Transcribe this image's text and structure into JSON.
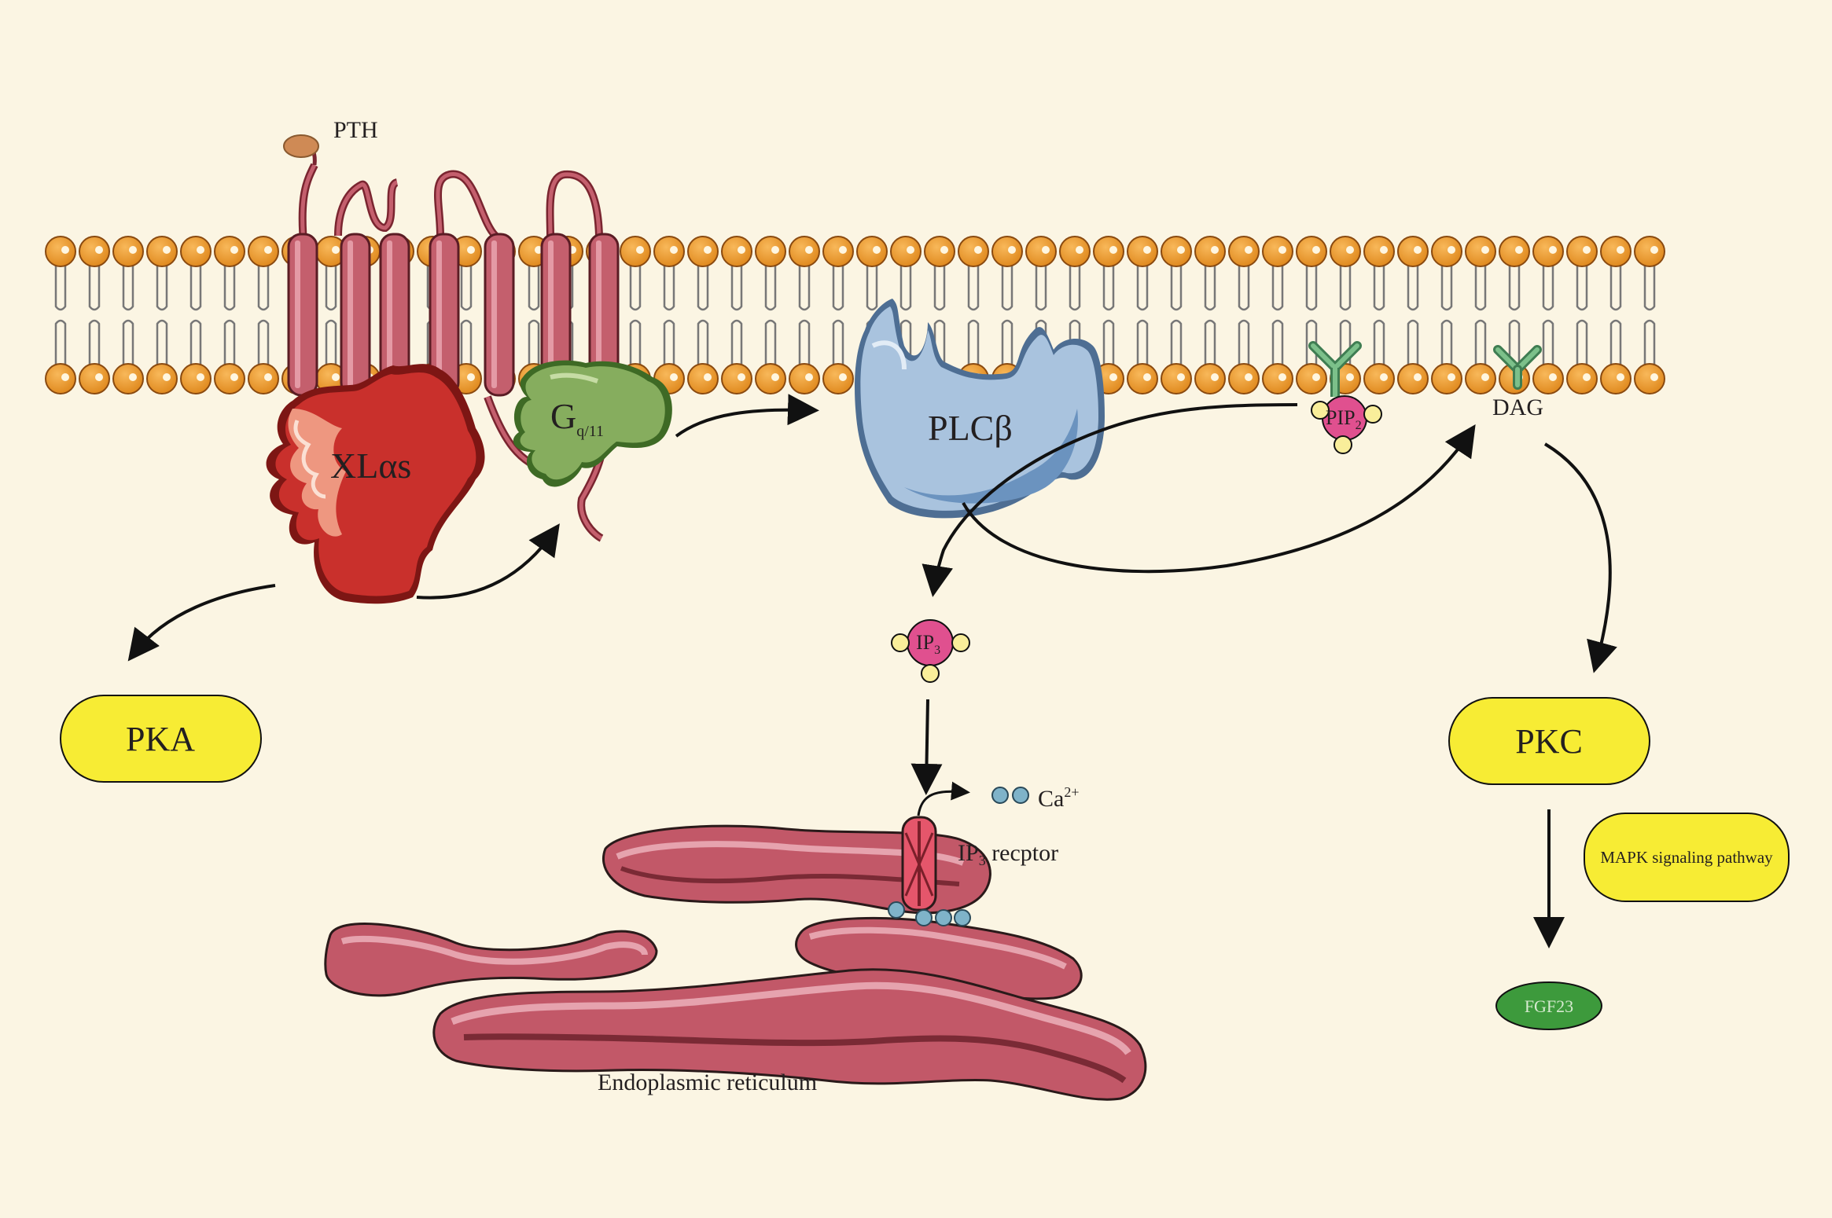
{
  "labels": {
    "pth": "PTH",
    "xlas": "XLαs",
    "gq_main": "G",
    "gq_sub": "q/11",
    "plcb": "PLCβ",
    "pip2_main": "PIP",
    "pip2_sub": "2",
    "dag": "DAG",
    "ip3_main": "IP",
    "ip3_sub": "3",
    "ca_main": "Ca",
    "ca_sup": "2+",
    "ip3r_main": "IP",
    "ip3r_sub": "3",
    "ip3r_rest": " recptor",
    "er": "Endoplasmic reticulum",
    "pka": "PKA",
    "pkc": "PKC",
    "mapk": "MAPK signaling pathway",
    "fgf23": "FGF23"
  },
  "colors": {
    "background": "#fbf5e3",
    "lipid_head": "#f0962a",
    "xlas": "#c9302c",
    "gq": "#86ad5e",
    "plc": "#a9c3de",
    "receptor": "#c45f6d",
    "er": "#c25868",
    "pink_molecule": "#e0508f",
    "yellow_box": "#f7ec34",
    "fgf23": "#3d9a3c"
  }
}
